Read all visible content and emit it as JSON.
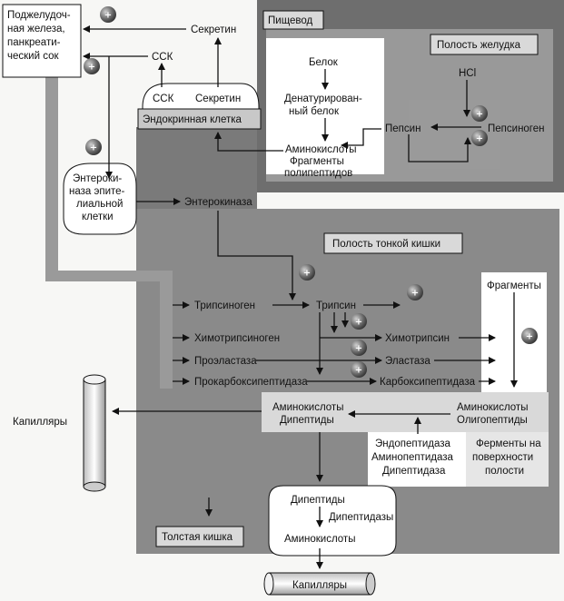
{
  "labels": {
    "pancreas": [
      "Поджелудоч-",
      "ная железа,",
      "панкреати-",
      "ческий сок"
    ],
    "secretin_top": "Секретин",
    "cck_top": "ССК",
    "cck_cell": "ССК",
    "secretin_cell": "Секретин",
    "endocrine_cell": "Эндокринная клетка",
    "esophagus": "Пищевод",
    "stomach_cavity": "Полость желудка",
    "protein": "Белок",
    "denatured_protein": [
      "Денатурирован-",
      "ный белок"
    ],
    "hcl": "HCl",
    "pepsin": "Пепсин",
    "pepsinogen": "Пепсиноген",
    "aa_fragments": [
      "Аминокислоты",
      "Фрагменты",
      "полипептидов"
    ],
    "enterokinase_cell": [
      "Энтероки-",
      "наза эпите-",
      "лиальной",
      "клетки"
    ],
    "enterokinase": "Энтерокиназа",
    "small_intestine_cavity": "Полость тонкой кишки",
    "trypsinogen": "Трипсиноген",
    "trypsin": "Трипсин",
    "fragments": "Фрагменты",
    "chymotrypsinogen": "Химотрипсиноген",
    "chymotrypsin": "Химотрипсин",
    "proelastase": "Проэластаза",
    "elastase": "Эластаза",
    "procarboxypeptidase": "Прокарбоксипептидаза",
    "carboxypeptidase": "Карбоксипептидаза",
    "aa_dipeptides": [
      "Аминокислоты",
      "Дипептиды"
    ],
    "aa_oligopeptides": [
      "Аминокислоты",
      "Олигопептиды"
    ],
    "capillaries_left": "Капилляры",
    "peptidases": [
      "Эндопептидаза",
      "Аминопептидаза",
      "Дипептидаза"
    ],
    "surface_enzymes": [
      "Ферменты на",
      "поверхности",
      "полости"
    ],
    "dipeptides": "Дипептиды",
    "dipeptidases": "Дипептидазы",
    "amino_acids": "Аминокислоты",
    "large_intestine": "Толстая кишка",
    "capillaries_bottom": "Капилляры"
  },
  "plus_symbol": "+",
  "colors": {
    "dark_gray": "#6e6e6e",
    "mid_gray": "#8a8a8a",
    "light_gray": "#d9d9d9",
    "white": "#ffffff",
    "ink": "#111111"
  }
}
